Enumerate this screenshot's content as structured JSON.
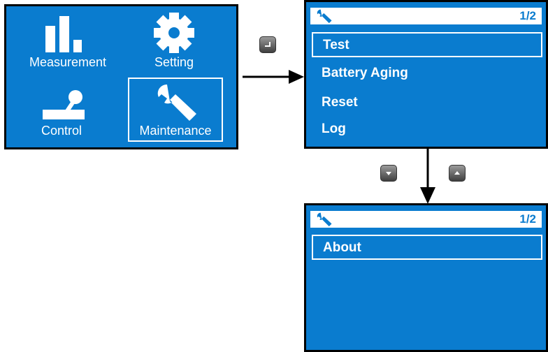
{
  "main_menu": {
    "tiles": [
      {
        "label": "Measurement",
        "icon": "bar-chart-icon",
        "selected": false
      },
      {
        "label": "Setting",
        "icon": "gear-icon",
        "selected": false
      },
      {
        "label": "Control",
        "icon": "joystick-icon",
        "selected": false
      },
      {
        "label": "Maintenance",
        "icon": "wrench-icon",
        "selected": true
      }
    ]
  },
  "buttons": {
    "enter": "enter-key-icon",
    "down": "down-key-icon",
    "up": "up-key-icon"
  },
  "maintenance_page1": {
    "page": "1/2",
    "items": [
      "Test",
      "Battery Aging",
      "Reset",
      "Log"
    ],
    "selected_index": 0
  },
  "maintenance_page2": {
    "page": "1/2",
    "items": [
      "About"
    ],
    "selected_index": 0
  },
  "colors": {
    "screen_bg": "#0a7ccf",
    "text": "#ffffff",
    "border": "#000000"
  }
}
